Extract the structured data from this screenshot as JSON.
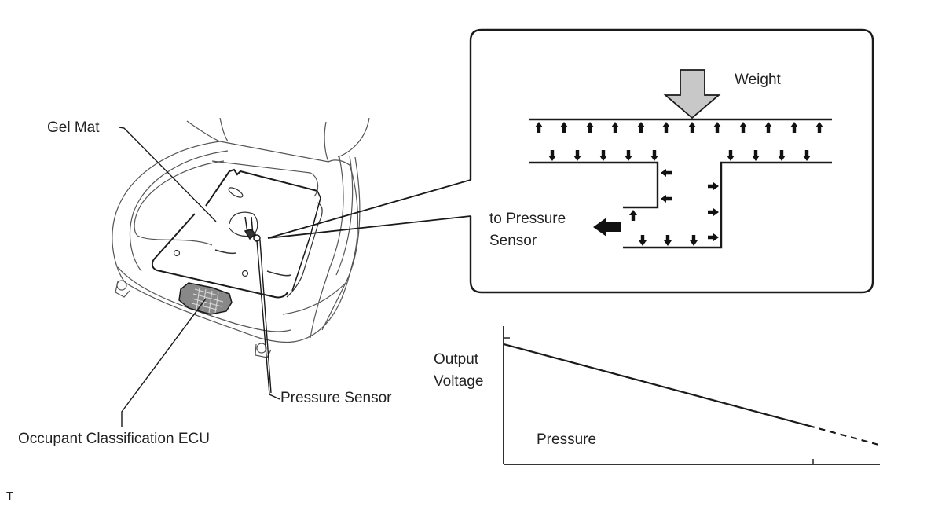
{
  "labels": {
    "gel_mat": "Gel Mat",
    "pressure_sensor": "Pressure Sensor",
    "ecu": "Occupant Classification ECU",
    "weight": "Weight",
    "to_pressure_sensor_line1": "to Pressure",
    "to_pressure_sensor_line2": "Sensor"
  },
  "chart_data": {
    "type": "line",
    "title": "",
    "xlabel": "Pressure",
    "ylabel": "Output Voltage",
    "ylabel_lines": [
      "Output",
      "Voltage"
    ],
    "x_ticks": [],
    "y_ticks": [],
    "series": [
      {
        "name": "Output voltage (solid)",
        "style": "solid",
        "x": [
          0,
          0.81
        ],
        "y": [
          0.87,
          0.28
        ]
      },
      {
        "name": "Output voltage (extrapolated)",
        "style": "dashed",
        "x": [
          0.81,
          1.0
        ],
        "y": [
          0.28,
          0.14
        ]
      }
    ],
    "xlim": [
      0,
      1
    ],
    "ylim": [
      0,
      1
    ],
    "grid": false,
    "legend": "none"
  },
  "callout": {
    "up_arrow_count": 12,
    "down_arrow_count_top": 9,
    "down_arrow_count_bottom": 3
  },
  "footer": {
    "mark": "T"
  },
  "colors": {
    "line": "#1a1a1a",
    "weight_arrow_fill": "#c8c8c8",
    "seat_line": "#555555"
  }
}
